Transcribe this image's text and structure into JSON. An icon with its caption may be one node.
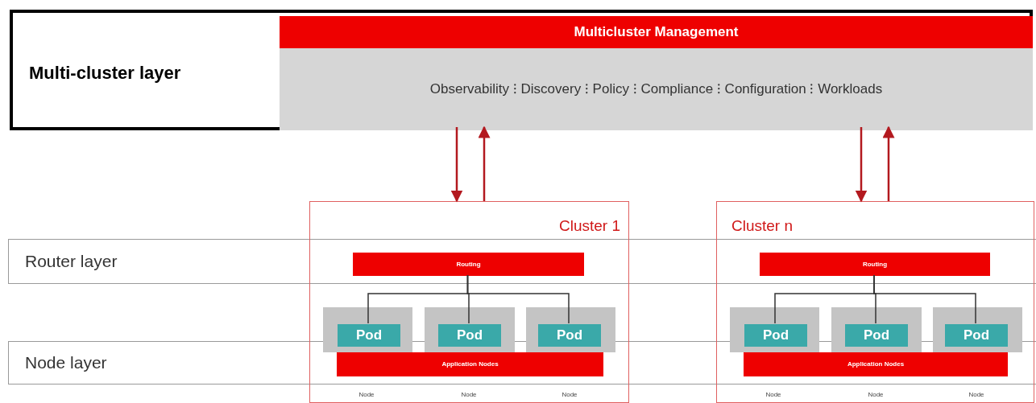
{
  "diagram": {
    "nodes": [
      {
        "text": [
          "Multi-cluster layer"
        ]
      },
      {
        "text": [
          "Multicluster Management",
          "Observability ⁝ Discovery ⁝ Policy ⁝ Compliance ⁝ Configuration ⁝ Workloads"
        ],
        "in": 0
      },
      {
        "text": [
          "Router layer"
        ]
      },
      {
        "text": [
          "Node layer"
        ]
      },
      {
        "text": [
          "Cluster 1"
        ]
      },
      {
        "text": [
          "Routing"
        ],
        "in": 4
      },
      {
        "text": [],
        "shape": "box",
        "in": 4
      },
      {
        "text": [],
        "shape": "box",
        "in": 4
      },
      {
        "text": [],
        "shape": "box",
        "in": 4
      },
      {
        "text": [
          "Pod"
        ],
        "in": 6
      },
      {
        "text": [
          "Pod"
        ],
        "in": 7
      },
      {
        "text": [
          "Pod"
        ],
        "in": 8
      },
      {
        "text": [
          "Application Nodes"
        ],
        "in": 4
      },
      {
        "text": [
          "Cluster n"
        ]
      },
      {
        "text": [
          "Routing"
        ],
        "in": 13
      },
      {
        "text": [],
        "shape": "box",
        "in": 13
      },
      {
        "text": [],
        "shape": "box",
        "in": 13
      },
      {
        "text": [],
        "shape": "box",
        "in": 13
      },
      {
        "text": [
          "Pod"
        ],
        "in": 15
      },
      {
        "text": [
          "Pod"
        ],
        "in": 16
      },
      {
        "text": [
          "Pod"
        ],
        "in": 17
      },
      {
        "text": [
          "Application Nodes"
        ],
        "in": 13
      }
    ],
    "edges": [
      {
        "from": 1,
        "to": 4,
        "arrow": "to",
        "color": "#b3191f"
      },
      {
        "from": 4,
        "to": 1,
        "arrow": "to",
        "color": "#b3191f"
      },
      {
        "from": 1,
        "to": 13,
        "arrow": "to",
        "color": "#b3191f"
      },
      {
        "from": 13,
        "to": 1,
        "arrow": "to",
        "color": "#b3191f"
      },
      {
        "from": 5,
        "to": 9,
        "arrow": "none"
      },
      {
        "from": 5,
        "to": 10,
        "arrow": "none"
      },
      {
        "from": 5,
        "to": 11,
        "arrow": "none"
      },
      {
        "from": 14,
        "to": 18,
        "arrow": "none"
      },
      {
        "from": 14,
        "to": 19,
        "arrow": "none"
      },
      {
        "from": 14,
        "to": 20,
        "arrow": "none"
      }
    ],
    "labels": [
      "Node",
      "Node",
      "Node",
      "Node",
      "Node",
      "Node"
    ]
  }
}
